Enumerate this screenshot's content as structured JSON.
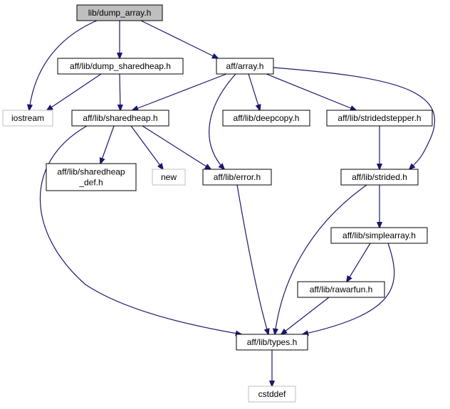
{
  "colors": {
    "edge": "#191970",
    "node_border": "#000000",
    "external_border": "#bfbfbf",
    "root_fill": "#bfbfbf",
    "node_fill": "#ffffff"
  },
  "nodes": [
    {
      "id": "dump_array",
      "label": [
        "lib/dump_array.h"
      ],
      "kind": "root"
    },
    {
      "id": "iostream",
      "label": [
        "iostream"
      ],
      "kind": "external"
    },
    {
      "id": "dump_sharedheap",
      "label": [
        "aff/lib/dump_sharedheap.h"
      ],
      "kind": "file"
    },
    {
      "id": "array",
      "label": [
        "aff/array.h"
      ],
      "kind": "file"
    },
    {
      "id": "sharedheap",
      "label": [
        "aff/lib/sharedheap.h"
      ],
      "kind": "file"
    },
    {
      "id": "deepcopy",
      "label": [
        "aff/lib/deepcopy.h"
      ],
      "kind": "file"
    },
    {
      "id": "stridedstepper",
      "label": [
        "aff/lib/stridedstepper.h"
      ],
      "kind": "file"
    },
    {
      "id": "sharedheap_def",
      "label": [
        "aff/lib/sharedheap",
        "_def.h"
      ],
      "kind": "file"
    },
    {
      "id": "new",
      "label": [
        "new"
      ],
      "kind": "external"
    },
    {
      "id": "error",
      "label": [
        "aff/lib/error.h"
      ],
      "kind": "file"
    },
    {
      "id": "strided",
      "label": [
        "aff/lib/strided.h"
      ],
      "kind": "file"
    },
    {
      "id": "simplearray",
      "label": [
        "aff/lib/simplearray.h"
      ],
      "kind": "file"
    },
    {
      "id": "rawarfun",
      "label": [
        "aff/lib/rawarfun.h"
      ],
      "kind": "file"
    },
    {
      "id": "types",
      "label": [
        "aff/lib/types.h"
      ],
      "kind": "file"
    },
    {
      "id": "cstddef",
      "label": [
        "cstddef"
      ],
      "kind": "external"
    }
  ],
  "edges": [
    [
      "dump_array",
      "iostream"
    ],
    [
      "dump_array",
      "dump_sharedheap"
    ],
    [
      "dump_array",
      "array"
    ],
    [
      "dump_sharedheap",
      "iostream"
    ],
    [
      "dump_sharedheap",
      "sharedheap"
    ],
    [
      "array",
      "sharedheap"
    ],
    [
      "array",
      "error"
    ],
    [
      "array",
      "deepcopy"
    ],
    [
      "array",
      "stridedstepper"
    ],
    [
      "array",
      "strided"
    ],
    [
      "sharedheap",
      "sharedheap_def"
    ],
    [
      "sharedheap",
      "new"
    ],
    [
      "sharedheap",
      "error"
    ],
    [
      "sharedheap",
      "types"
    ],
    [
      "stridedstepper",
      "strided"
    ],
    [
      "error",
      "types"
    ],
    [
      "strided",
      "simplearray"
    ],
    [
      "strided",
      "types"
    ],
    [
      "simplearray",
      "rawarfun"
    ],
    [
      "simplearray",
      "types"
    ],
    [
      "rawarfun",
      "types"
    ],
    [
      "types",
      "cstddef"
    ]
  ]
}
